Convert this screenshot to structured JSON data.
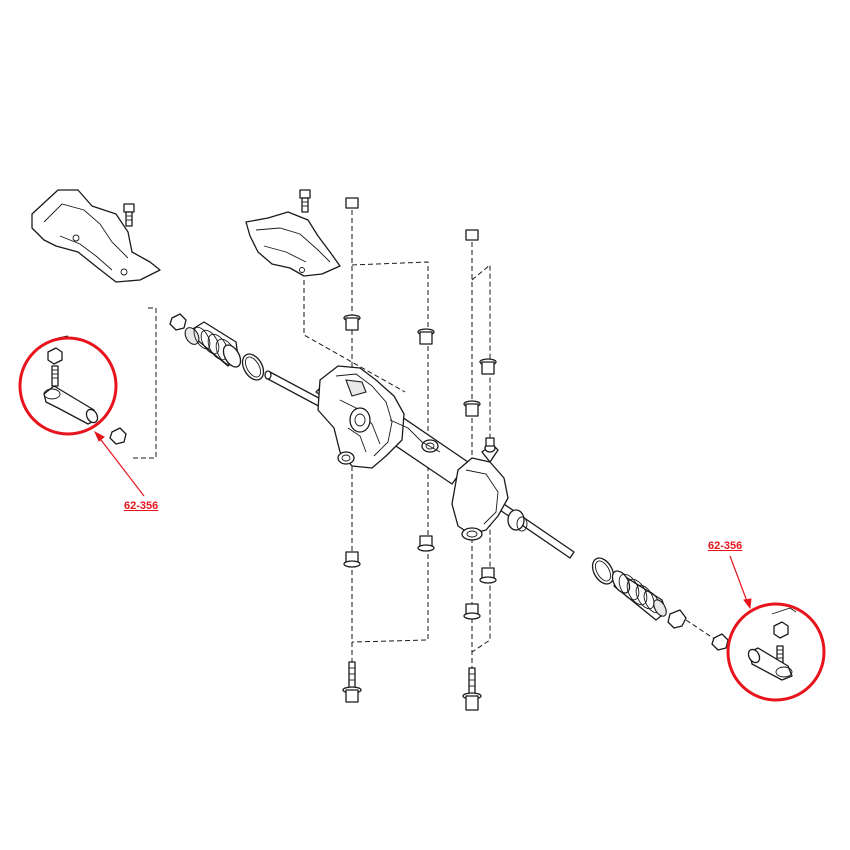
{
  "callouts": [
    {
      "id": "left",
      "label": "62-356"
    },
    {
      "id": "right",
      "label": "62-356"
    }
  ],
  "colors": {
    "callout": "#e8141d",
    "line": "#1a1a1a",
    "background": "#ffffff"
  }
}
